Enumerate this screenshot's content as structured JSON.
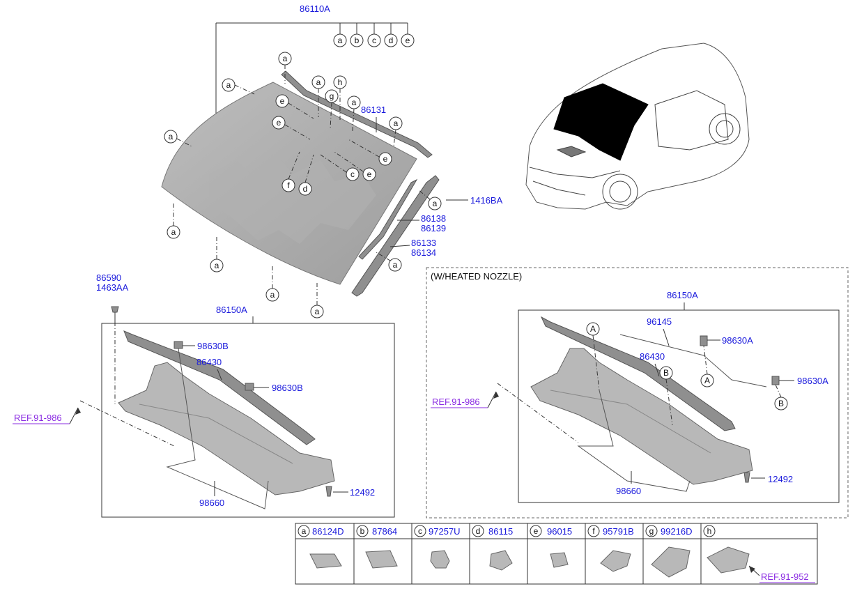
{
  "labels": {
    "assembly_top": "86110A",
    "cowl_left": "86150A",
    "cowl_right": "86150A",
    "molding_86131": "86131",
    "clip_1416BA": "1416BA",
    "molding_86138": "86138",
    "molding_86139": "86139",
    "molding_86133": "86133",
    "molding_86134": "86134",
    "bolt_86590": "86590",
    "bolt_1463AA": "1463AA",
    "nozzle_98630B_1": "98630B",
    "nozzle_98630B_2": "98630B",
    "strip_86430_left": "86430",
    "strip_86430_right": "86430",
    "hose_98660_left": "98660",
    "hose_98660_right": "98660",
    "screw_12492_left": "12492",
    "screw_12492_right": "12492",
    "harness_96145": "96145",
    "nozzle_98630A_1": "98630A",
    "nozzle_98630A_2": "98630A",
    "heated_nozzle_title": "(W/HEATED NOZZLE)"
  },
  "references": {
    "ref_left": "REF.91-986",
    "ref_right": "REF.91-986",
    "ref_table": "REF.91-952"
  },
  "top_letters": [
    "a",
    "b",
    "c",
    "d",
    "e"
  ],
  "callout_letters": {
    "a": "a",
    "b": "b",
    "c": "c",
    "d": "d",
    "e": "e",
    "f": "f",
    "g": "g",
    "h": "h",
    "A": "A",
    "B": "B"
  },
  "parts_table": [
    {
      "letter": "a",
      "part": "86124D"
    },
    {
      "letter": "b",
      "part": "87864"
    },
    {
      "letter": "c",
      "part": "97257U"
    },
    {
      "letter": "d",
      "part": "86115"
    },
    {
      "letter": "e",
      "part": "96015"
    },
    {
      "letter": "f",
      "part": "95791B"
    },
    {
      "letter": "g",
      "part": "99216D"
    },
    {
      "letter": "h",
      "part": ""
    }
  ],
  "colors": {
    "part_number": "#1a1adc",
    "reference": "#8a2be2",
    "glass": "#a9a9a9"
  }
}
